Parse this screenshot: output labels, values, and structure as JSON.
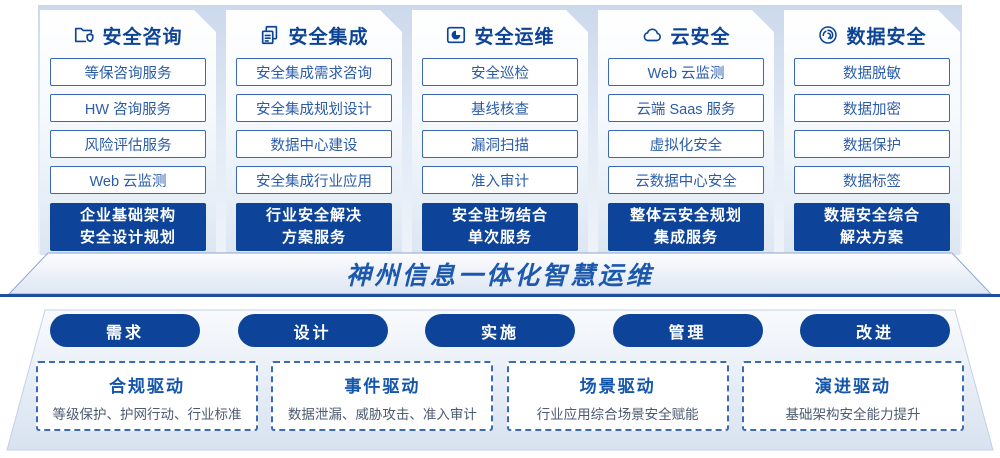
{
  "banner": {
    "title": "神州信息一体化智慧运维"
  },
  "columns": [
    {
      "title": "安全咨询",
      "icon": "folder-shield-icon",
      "items": [
        "等保咨询服务",
        "HW 咨询服务",
        "风险评估服务",
        "Web 云监测"
      ],
      "highlight_lines": [
        "企业基础架构",
        "安全设计规划"
      ]
    },
    {
      "title": "安全集成",
      "icon": "documents-icon",
      "items": [
        "安全集成需求咨询",
        "安全集成规划设计",
        "数据中心建设",
        "安全集成行业应用"
      ],
      "highlight_lines": [
        "行业安全解决",
        "方案服务"
      ]
    },
    {
      "title": "安全运维",
      "icon": "monitor-gauge-icon",
      "items": [
        "安全巡检",
        "基线核查",
        "漏洞扫描",
        "准入审计"
      ],
      "highlight_lines": [
        "安全驻场结合",
        "单次服务"
      ]
    },
    {
      "title": "云安全",
      "icon": "cloud-icon",
      "items": [
        "Web 云监测",
        "云端 Saas 服务",
        "虚拟化安全",
        "云数据中心安全"
      ],
      "highlight_lines": [
        "整体云安全规划",
        "集成服务"
      ]
    },
    {
      "title": "数据安全",
      "icon": "fingerprint-icon",
      "items": [
        "数据脱敏",
        "数据加密",
        "数据保护",
        "数据标签"
      ],
      "highlight_lines": [
        "数据安全综合",
        "解决方案"
      ]
    }
  ],
  "process_steps": [
    "需求",
    "设计",
    "实施",
    "管理",
    "改进"
  ],
  "drivers": [
    {
      "title": "合规驱动",
      "desc": "等级保护、护网行动、行业标准"
    },
    {
      "title": "事件驱动",
      "desc": "数据泄漏、威胁攻击、准入审计"
    },
    {
      "title": "场景驱动",
      "desc": "行业应用综合场景安全赋能"
    },
    {
      "title": "演进驱动",
      "desc": "基础架构安全能力提升"
    }
  ],
  "colors": {
    "primary_dark_blue": "#0d4398",
    "border_blue": "#3a68b5",
    "item_text_blue": "#2a5caa",
    "title_blue": "#0c4396",
    "banner_text_blue": "#1c59ae"
  }
}
